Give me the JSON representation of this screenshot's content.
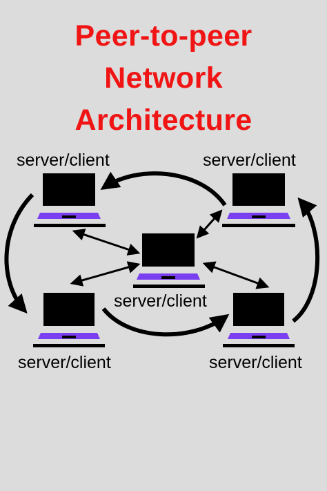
{
  "title": {
    "line1": "Peer-to-peer",
    "line2": "Network",
    "line3": "Architecture"
  },
  "nodes": {
    "top_left": "server/client",
    "top_right": "server/client",
    "center": "server/client",
    "bottom_left": "server/client",
    "bottom_right": "server/client"
  },
  "colors": {
    "background": "#dcdcdc",
    "title": "#f01414",
    "screen": "#000000",
    "keyboard": "#7b3ff2"
  }
}
